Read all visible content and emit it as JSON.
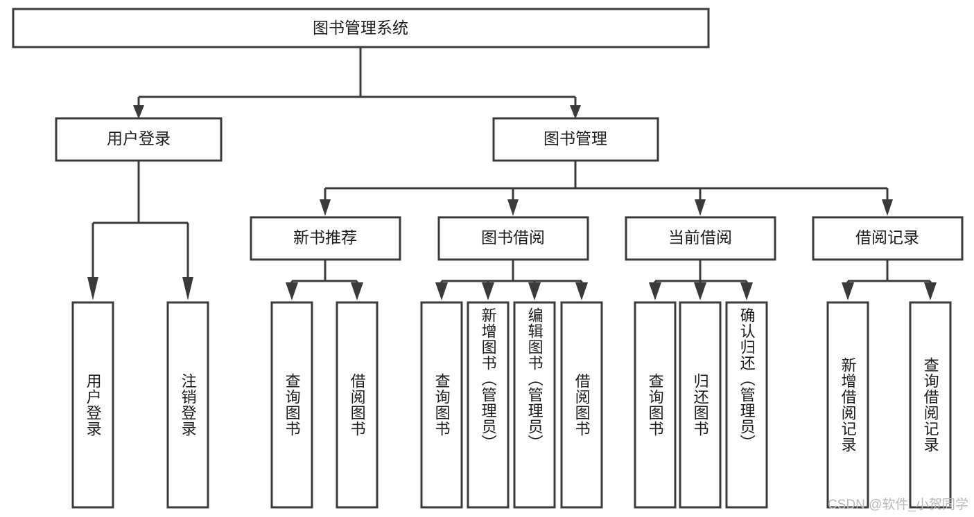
{
  "diagram": {
    "title": "图书管理系统",
    "type": "hierarchy-tree",
    "root": {
      "label": "图书管理系统"
    },
    "level2": [
      {
        "id": "user-login",
        "label": "用户登录"
      },
      {
        "id": "book-management",
        "label": "图书管理"
      }
    ],
    "level3": [
      {
        "id": "new-book-recommend",
        "label": "新书推荐",
        "parent": "book-management"
      },
      {
        "id": "book-borrow",
        "label": "图书借阅",
        "parent": "book-management"
      },
      {
        "id": "current-borrow",
        "label": "当前借阅",
        "parent": "book-management"
      },
      {
        "id": "borrow-record",
        "label": "借阅记录",
        "parent": "book-management"
      }
    ],
    "leaves": [
      {
        "id": "leaf-user-login",
        "label": "用户登录",
        "parent": "user-login"
      },
      {
        "id": "leaf-logout-login",
        "label": "注销登录",
        "parent": "user-login"
      },
      {
        "id": "leaf-query-book-1",
        "label": "查询图书",
        "parent": "new-book-recommend"
      },
      {
        "id": "leaf-borrow-book-1",
        "label": "借阅图书",
        "parent": "new-book-recommend"
      },
      {
        "id": "leaf-query-book-2",
        "label": "查询图书",
        "parent": "book-borrow"
      },
      {
        "id": "leaf-add-book",
        "label": "新增图书（管理员）",
        "parent": "book-borrow"
      },
      {
        "id": "leaf-edit-book",
        "label": "编辑图书（管理员）",
        "parent": "book-borrow"
      },
      {
        "id": "leaf-borrow-book-2",
        "label": "借阅图书",
        "parent": "book-borrow"
      },
      {
        "id": "leaf-query-book-3",
        "label": "查询图书",
        "parent": "current-borrow"
      },
      {
        "id": "leaf-return-book",
        "label": "归还图书",
        "parent": "current-borrow"
      },
      {
        "id": "leaf-confirm-return",
        "label": "确认归还（管理员）",
        "parent": "current-borrow"
      },
      {
        "id": "leaf-add-record",
        "label": "新增借阅记录",
        "parent": "borrow-record"
      },
      {
        "id": "leaf-query-record",
        "label": "查询借阅记录",
        "parent": "borrow-record"
      }
    ],
    "colors": {
      "stroke": "#3a3a3a",
      "fill": "#ffffff",
      "text": "#1c1c1c",
      "watermark": "#b9b9b9"
    }
  },
  "watermark": {
    "text": "CSDN @软件_小贺同学"
  }
}
